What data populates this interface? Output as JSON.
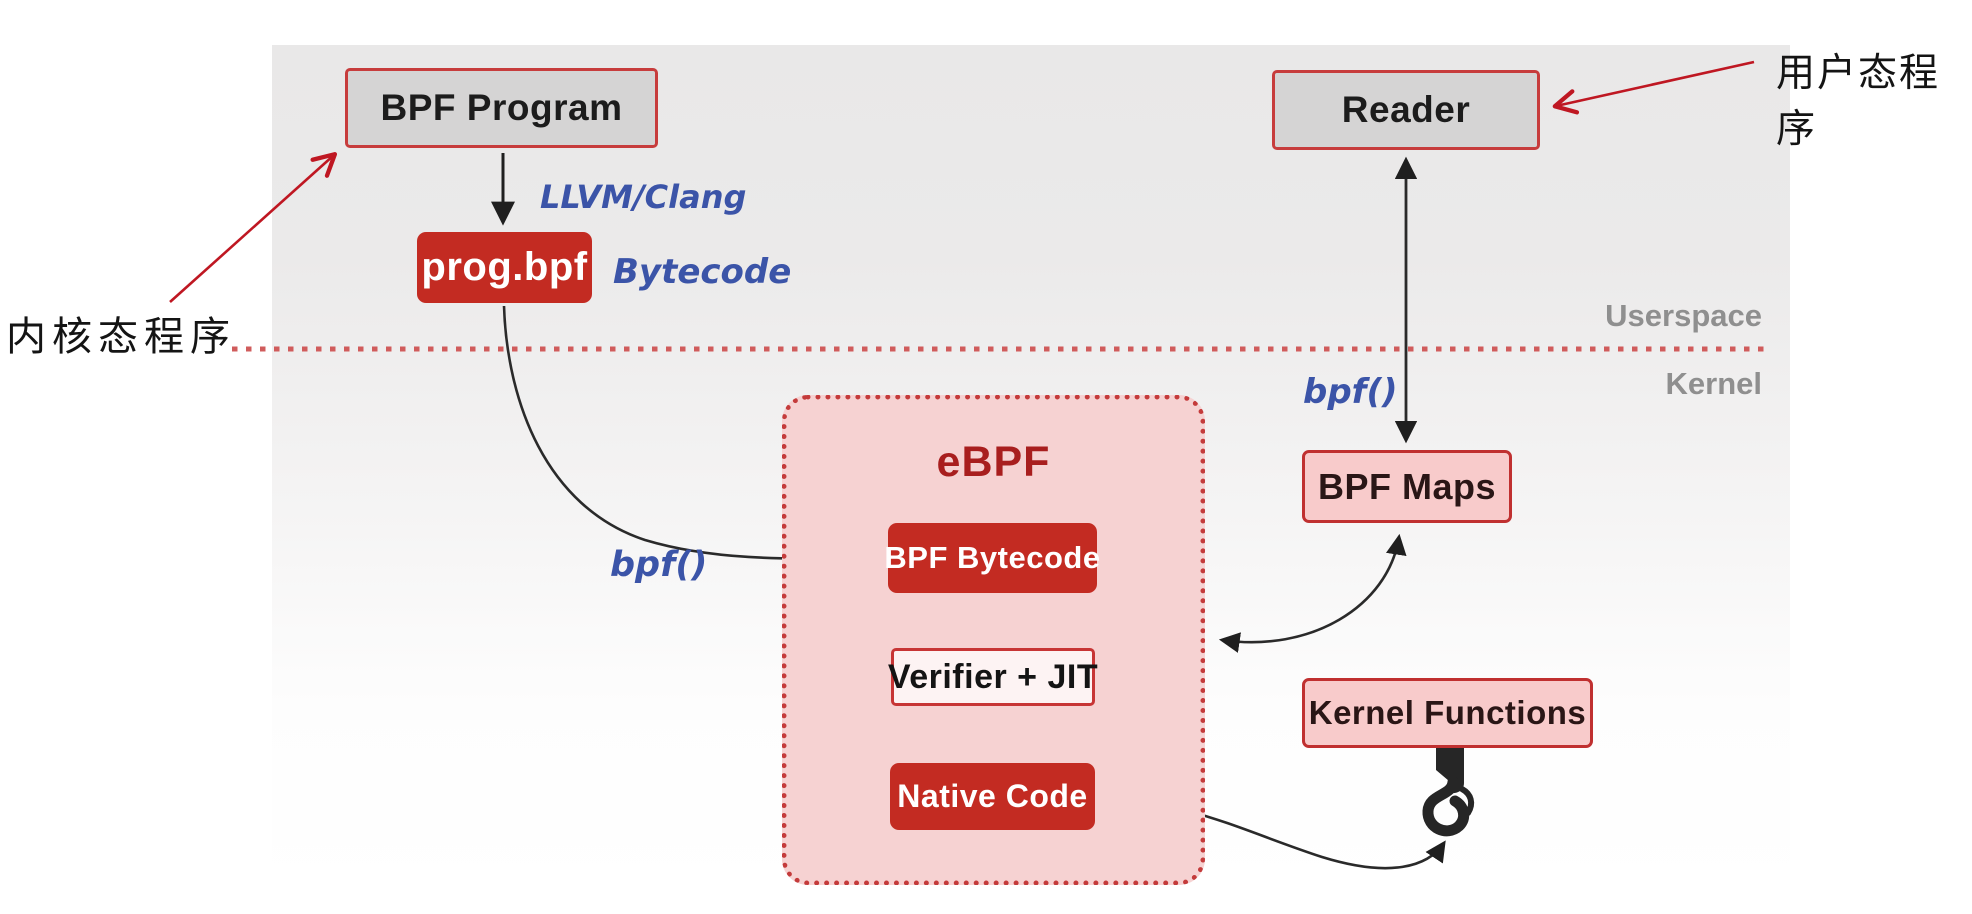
{
  "diagram": {
    "annotations": {
      "kernel_program": "内核态程序",
      "user_program": "用户态程序"
    },
    "zones": {
      "userspace": "Userspace",
      "kernel": "Kernel"
    },
    "nodes": {
      "bpf_program": "BPF Program",
      "prog_bpf": "prog.bpf",
      "reader": "Reader",
      "ebpf": "eBPF",
      "bpf_bytecode": "BPF Bytecode",
      "verifier_jit": "Verifier + JIT",
      "native_code": "Native Code",
      "bpf_maps": "BPF Maps",
      "kernel_functions": "Kernel Functions"
    },
    "edge_labels": {
      "llvm_clang": "LLVM/Clang",
      "bytecode": "Bytecode",
      "bpf_call_left": "bpf()",
      "bpf_call_right": "bpf()"
    },
    "colors": {
      "node_red": "#c32b22",
      "node_gray": "#d5d4d4",
      "container_pink": "#f6d2d2",
      "pink_node": "#f8cbcb",
      "border_red": "#c73c3c",
      "ebpf_title_red": "#a81e1e",
      "handwriting_blue": "#3b54a8",
      "zone_label_gray": "#8f8f8f",
      "annotation_arrow_red": "#bf1722",
      "divider_dot_red": "#d05c5c",
      "flow_arrow_black": "#1f1f1f",
      "flow_arrow_gray": "#9a9a9a"
    }
  }
}
